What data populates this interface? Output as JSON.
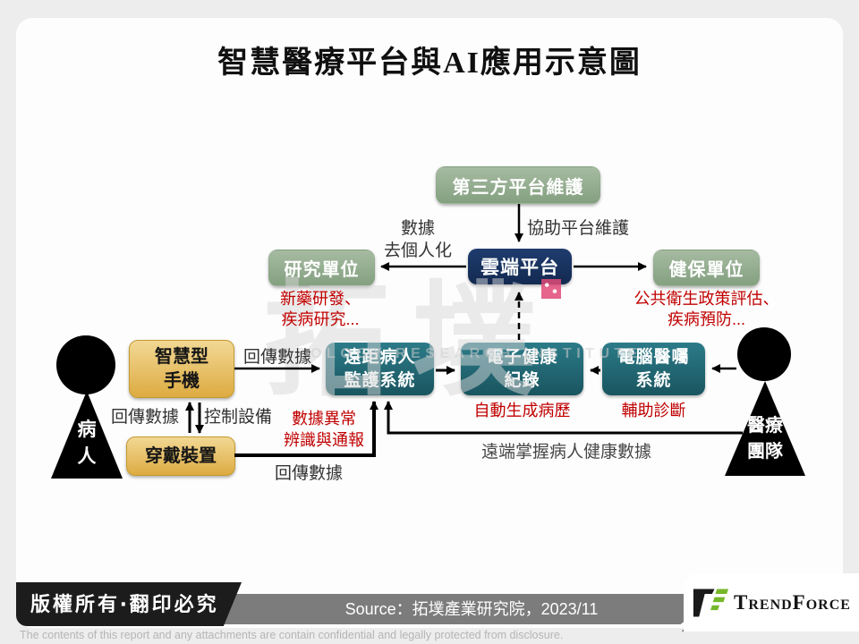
{
  "title": "智慧醫療平台與AI應用示意圖",
  "watermark": {
    "text": "拓墣",
    "subtext": "TOPOLOGY RESEARCH INSTITUTE"
  },
  "nodes": {
    "third_party": "第三方平台維護",
    "cloud": "雲端平台",
    "research": "研究單位",
    "insurance": "健保單位",
    "monitor": "遠距病人\n監護系統",
    "ehr": "電子健康\n紀錄",
    "cpoe": "電腦醫囑\n系統",
    "smartphone": "智慧型\n手機",
    "wearable": "穿戴裝置"
  },
  "actors": {
    "patient": "病\n人",
    "team": "醫療\n團隊"
  },
  "edge_labels": {
    "assist_maintain": "協助平台維護",
    "deidentify": "數據\n去個人化",
    "upload_phone": "回傳數據",
    "upload_up": "回傳數據",
    "control": "控制設備",
    "upload_line": "回傳數據",
    "remote": "遠端掌握病人健康數據"
  },
  "notes": {
    "research": "新藥研發、\n疾病研究...",
    "insurance": "公共衛生政策評估、\n疾病預防...",
    "ehr": "自動生成病歷",
    "cpoe": "輔助診斷",
    "anomaly": "數據異常\n辨識與通報"
  },
  "footer": {
    "copyright": "版權所有‧翻印必究",
    "source": "Source：拓墣產業研究院，2023/11",
    "disclaimer": "The contents of this report and any attachments are contain confidential and legally protected from disclosure.",
    "logo_text": "TrendForce"
  },
  "colors": {
    "green": "#8FA98C",
    "navy": "#1B3663",
    "teal": "#21707D",
    "gold": "#E9C260",
    "red": "#C00000",
    "logo_green": "#76B82A"
  }
}
